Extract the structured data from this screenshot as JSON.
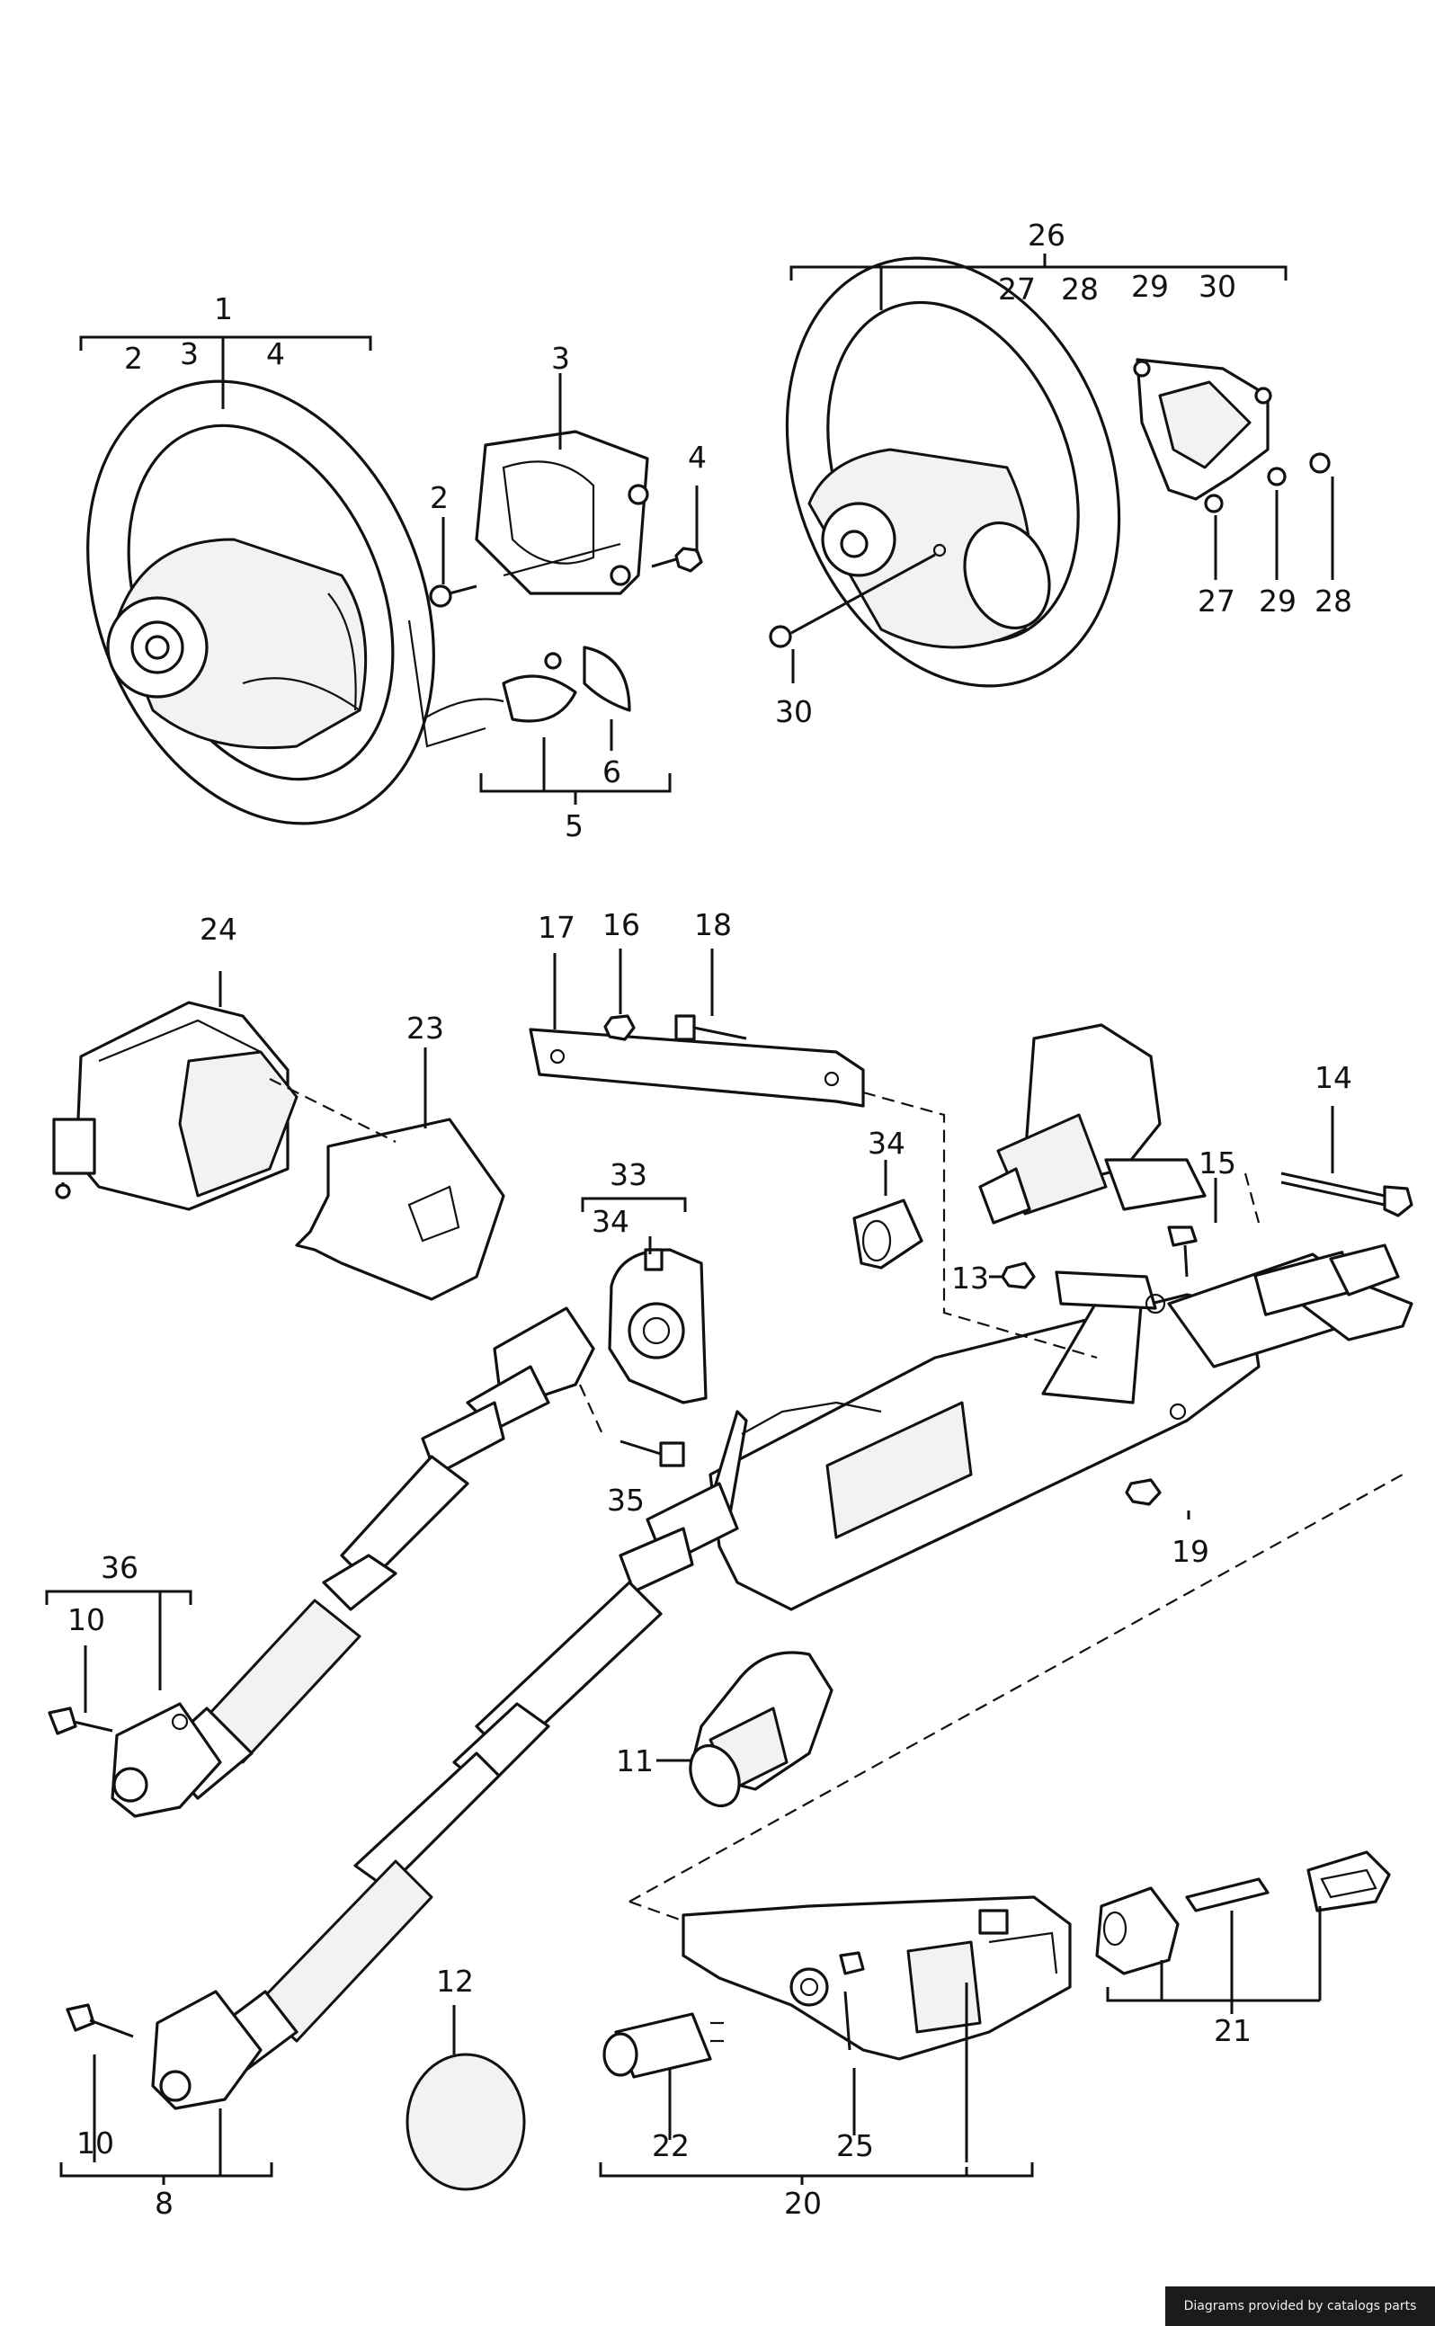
{
  "callouts": [
    {
      "id": "c1",
      "text": "1"
    },
    {
      "id": "c1a",
      "text": "2"
    },
    {
      "id": "c1b",
      "text": "3"
    },
    {
      "id": "c1c",
      "text": "4"
    },
    {
      "id": "c3",
      "text": "3"
    },
    {
      "id": "c2",
      "text": "2"
    },
    {
      "id": "c4",
      "text": "4"
    },
    {
      "id": "c6",
      "text": "6"
    },
    {
      "id": "c5",
      "text": "5"
    },
    {
      "id": "c26",
      "text": "26"
    },
    {
      "id": "c26a",
      "text": "27"
    },
    {
      "id": "c26b",
      "text": "28"
    },
    {
      "id": "c26c",
      "text": "29"
    },
    {
      "id": "c26d",
      "text": "30"
    },
    {
      "id": "c27",
      "text": "27"
    },
    {
      "id": "c29",
      "text": "29"
    },
    {
      "id": "c28",
      "text": "28"
    },
    {
      "id": "c30",
      "text": "30"
    },
    {
      "id": "c24",
      "text": "24"
    },
    {
      "id": "c23",
      "text": "23"
    },
    {
      "id": "c17",
      "text": "17"
    },
    {
      "id": "c16",
      "text": "16"
    },
    {
      "id": "c18",
      "text": "18"
    },
    {
      "id": "c34",
      "text": "34"
    },
    {
      "id": "c14",
      "text": "14"
    },
    {
      "id": "c15",
      "text": "15"
    },
    {
      "id": "c13",
      "text": "13"
    },
    {
      "id": "c33",
      "text": "33"
    },
    {
      "id": "c33a",
      "text": "34"
    },
    {
      "id": "c35",
      "text": "35"
    },
    {
      "id": "c19",
      "text": "19"
    },
    {
      "id": "c36",
      "text": "36"
    },
    {
      "id": "c10a",
      "text": "10"
    },
    {
      "id": "c11",
      "text": "11"
    },
    {
      "id": "c12",
      "text": "12"
    },
    {
      "id": "c10b",
      "text": "10"
    },
    {
      "id": "c8",
      "text": "8"
    },
    {
      "id": "c22",
      "text": "22"
    },
    {
      "id": "c25",
      "text": "25"
    },
    {
      "id": "c20",
      "text": "20"
    },
    {
      "id": "c21",
      "text": "21"
    }
  ],
  "credit": "Diagrams provided by catalogs parts"
}
